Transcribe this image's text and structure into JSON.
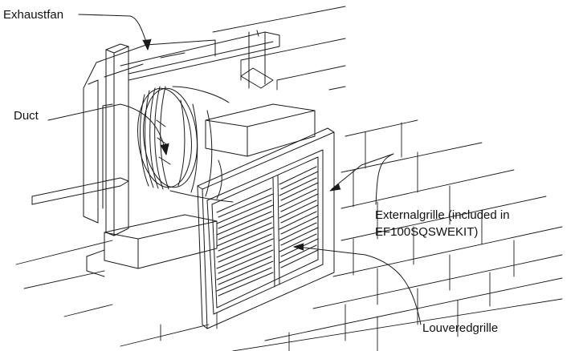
{
  "labels": {
    "exhaust_fan": "Exhaustfan",
    "duct": "Duct",
    "external_grille_line1": "Externalgrille (included in",
    "external_grille_line2": "EF100SQSWEKIT)",
    "louvered_grille": "Louveredgrille"
  },
  "colors": {
    "line": "#1a1a1a",
    "background": "#ffffff"
  }
}
